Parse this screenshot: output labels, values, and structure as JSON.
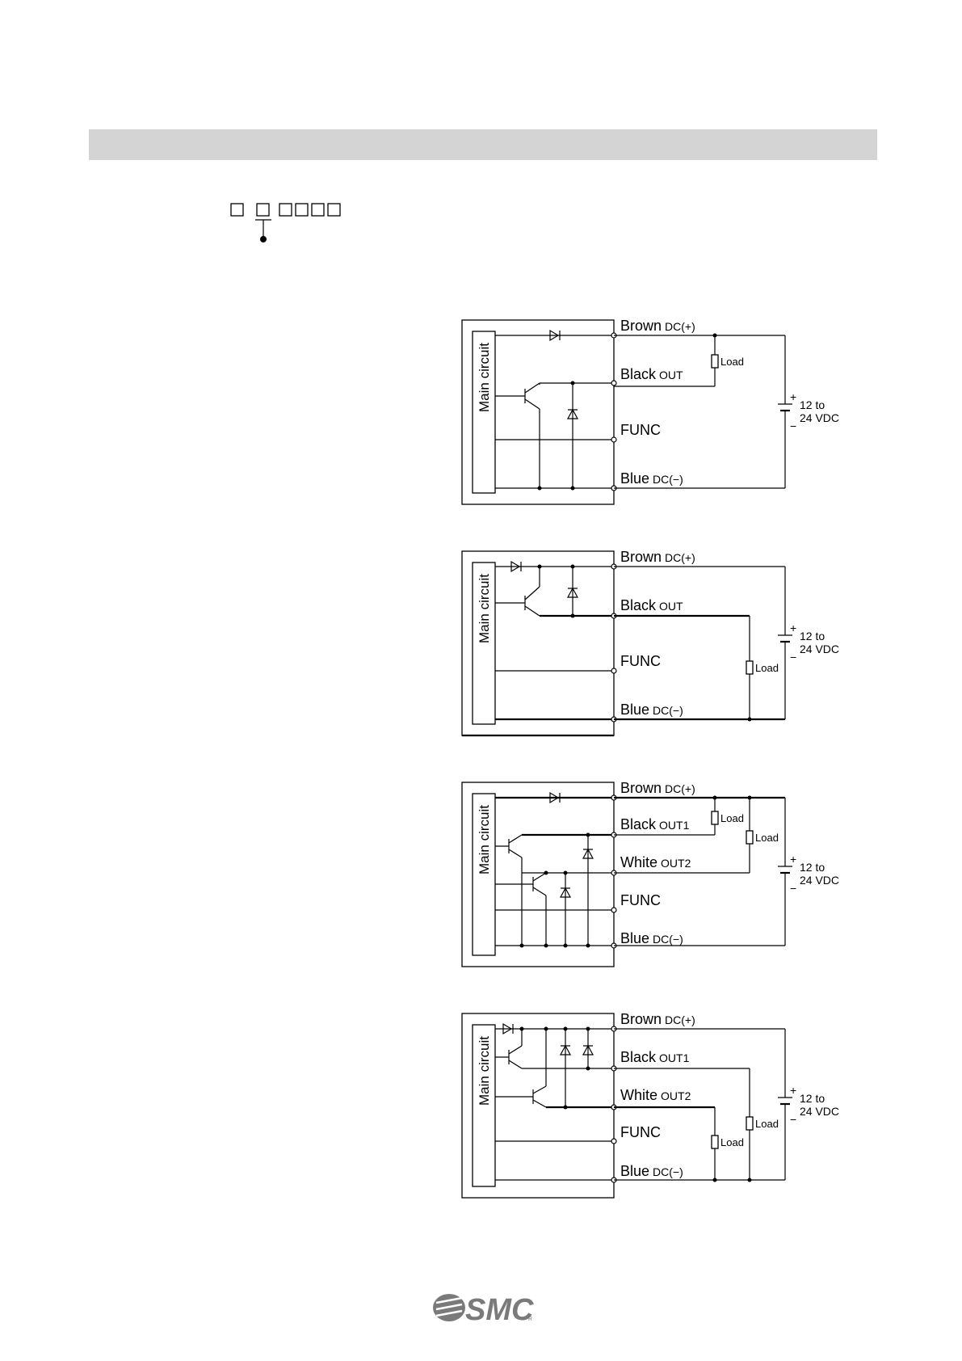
{
  "part_code": {
    "boxes": 6,
    "marker_box_index": 1
  },
  "diagrams": [
    {
      "id": "npn-1",
      "main_label": "Main circuit",
      "wires": [
        {
          "name": "Brown",
          "sub": "DC(+)"
        },
        {
          "name": "Black",
          "sub": "OUT"
        },
        {
          "name": "FUNC",
          "sub": ""
        },
        {
          "name": "Blue",
          "sub": "DC(−)"
        }
      ],
      "load_labels": [
        "Load"
      ],
      "supply": {
        "plus": "+",
        "minus": "−",
        "line1": "12 to",
        "line2": "24 VDC"
      }
    },
    {
      "id": "pnp-1",
      "main_label": "Main circuit",
      "wires": [
        {
          "name": "Brown",
          "sub": "DC(+)"
        },
        {
          "name": "Black",
          "sub": "OUT"
        },
        {
          "name": "FUNC",
          "sub": ""
        },
        {
          "name": "Blue",
          "sub": "DC(−)"
        }
      ],
      "load_labels": [
        "Load"
      ],
      "supply": {
        "plus": "+",
        "minus": "−",
        "line1": "12 to",
        "line2": "24 VDC"
      }
    },
    {
      "id": "npn-2",
      "main_label": "Main circuit",
      "wires": [
        {
          "name": "Brown",
          "sub": "DC(+)"
        },
        {
          "name": "Black",
          "sub": "OUT1"
        },
        {
          "name": "White",
          "sub": "OUT2"
        },
        {
          "name": "FUNC",
          "sub": ""
        },
        {
          "name": "Blue",
          "sub": "DC(−)"
        }
      ],
      "load_labels": [
        "Load",
        "Load"
      ],
      "supply": {
        "plus": "+",
        "minus": "−",
        "line1": "12 to",
        "line2": "24 VDC"
      }
    },
    {
      "id": "pnp-2",
      "main_label": "Main circuit",
      "wires": [
        {
          "name": "Brown",
          "sub": "DC(+)"
        },
        {
          "name": "Black",
          "sub": "OUT1"
        },
        {
          "name": "White",
          "sub": "OUT2"
        },
        {
          "name": "FUNC",
          "sub": ""
        },
        {
          "name": "Blue",
          "sub": "DC(−)"
        }
      ],
      "load_labels": [
        "Load",
        "Load"
      ],
      "supply": {
        "plus": "+",
        "minus": "−",
        "line1": "12 to",
        "line2": "24 VDC"
      }
    }
  ],
  "footer": {
    "logo_text": "SMC",
    "logo_mark": "R"
  }
}
